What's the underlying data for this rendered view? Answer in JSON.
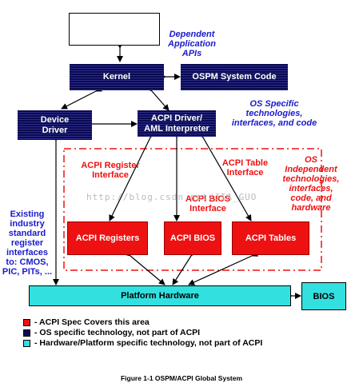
{
  "boxes": {
    "kernel": "Kernel",
    "ospm_code": "OSPM System Code",
    "device_driver": "Device Driver",
    "acpi_driver": "ACPI Driver/ AML Interpreter",
    "acpi_registers": "ACPI Registers",
    "acpi_bios": "ACPI BIOS",
    "acpi_tables": "ACPI Tables",
    "platform_hardware": "Platform Hardware",
    "bios": "BIOS"
  },
  "labels": {
    "dependent_apis": "Dependent Application APIs",
    "os_specific": "OS Specific technologies, interfaces, and code",
    "acpi_register_interface": "ACPI Register Interface",
    "acpi_bios_interface": "ACPI BIOS Interface",
    "acpi_table_interface": "ACPI Table Interface",
    "os_independent": "OS Independent technologies, interfaces, code, and hardware",
    "existing_industry": "Existing industry standard register interfaces to: CMOS, PIC, PITs, ..."
  },
  "legend": [
    {
      "color": "#ee1111",
      "text": "- ACPI Spec Covers this area"
    },
    {
      "color": "#0a0a55",
      "text": "- OS specific technology, not part of ACPI"
    },
    {
      "color": "#33e0e0",
      "text": "- Hardware/Platform specific technology, not part of ACPI"
    }
  ],
  "watermark": "http://blog.csdn.net/JIA_GUO",
  "caption": "Figure 1-1 OSPM/ACPI Global System"
}
